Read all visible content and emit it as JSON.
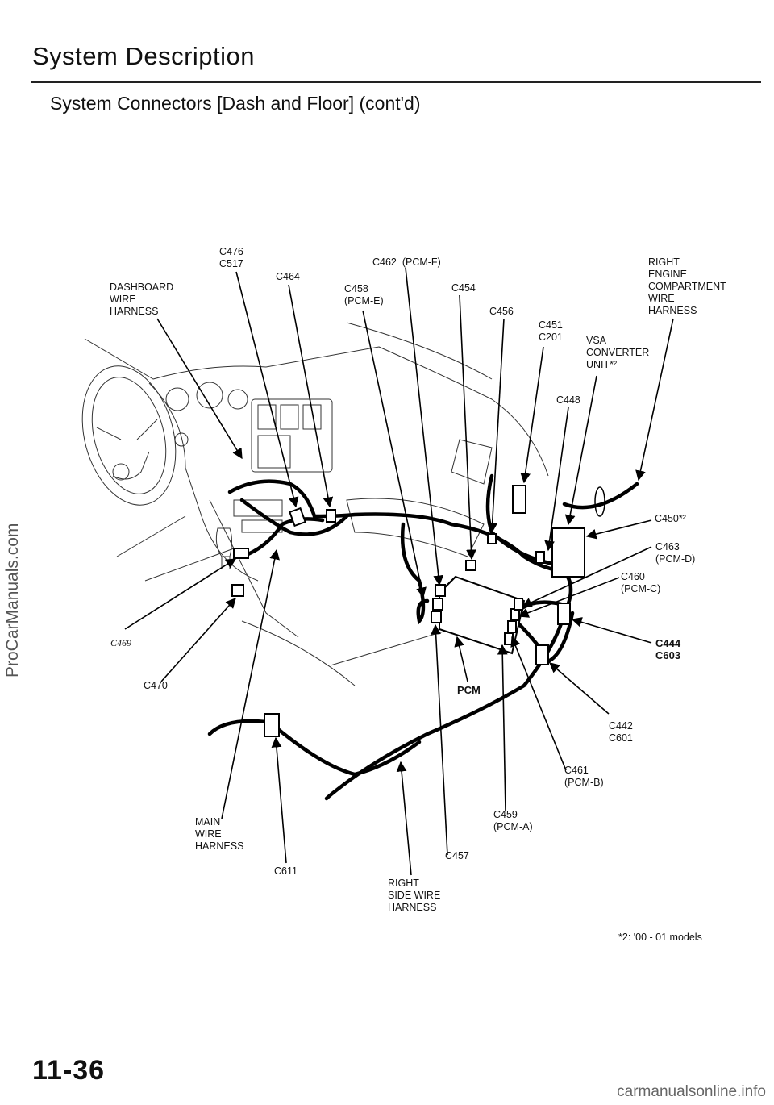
{
  "header": {
    "title": "System  Description",
    "subtitle": "System Connectors [Dash and Floor] (cont'd)"
  },
  "diagram": {
    "labels": {
      "c476_c517": "C476\nC517",
      "c464": "C464",
      "c462": "C462  (PCM-F)",
      "dashboard_harness": "DASHBOARD\nWIRE\nHARNESS",
      "c458": "C458\n(PCM-E)",
      "c454": "C454",
      "c456": "C456",
      "c451_c201": "C451\nC201",
      "right_engine_harness": "RIGHT\nENGINE\nCOMPARTMENT\nWIRE\nHARNESS",
      "vsa_unit": "VSA\nCONVERTER\nUNIT*²",
      "c448": "C448",
      "c450": "C450*²",
      "c463": "C463\n(PCM-D)",
      "c460": "C460\n(PCM-C)",
      "c444_c603": "C444\nC603",
      "c469": "C469",
      "c470": "C470",
      "pcm": "PCM",
      "c442_c601": "C442\nC601",
      "c461": "C461\n(PCM-B)",
      "main_harness": "MAIN\nWIRE\nHARNESS",
      "c459": "C459\n(PCM-A)",
      "c457": "C457",
      "c611": "C611",
      "right_side_harness": "RIGHT\nSIDE WIRE\nHARNESS"
    },
    "footnote": "*2: '00 - 01  models"
  },
  "page": {
    "number": "11-36",
    "sidebar_watermark": "ProCarManuals.com",
    "footer_watermark": "carmanualsonline.info"
  }
}
